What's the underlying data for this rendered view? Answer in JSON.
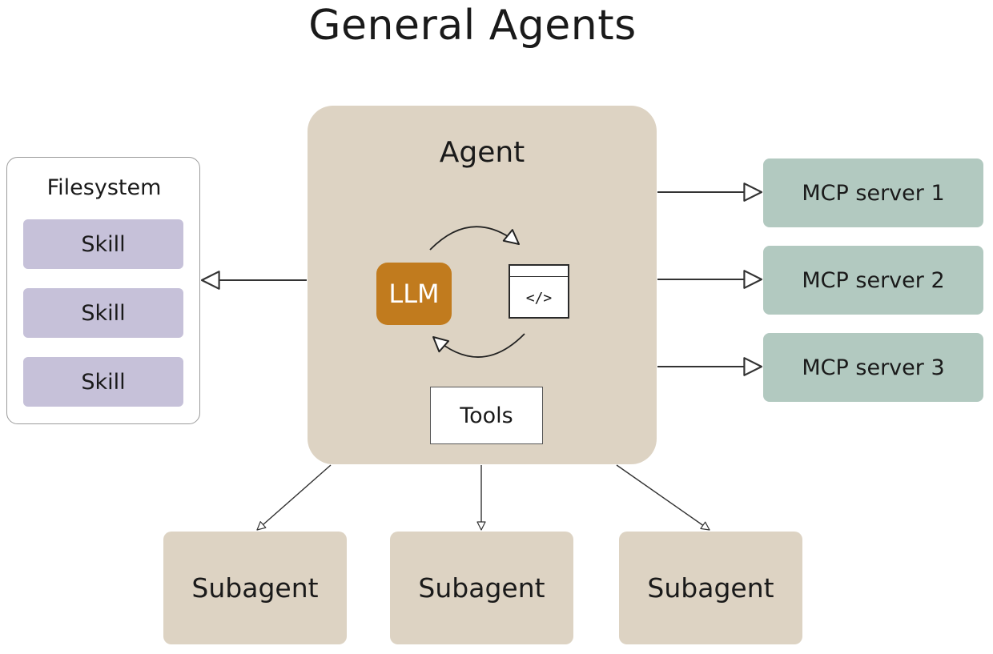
{
  "title": "General Agents",
  "filesystem": {
    "label": "Filesystem",
    "skills": [
      "Skill",
      "Skill",
      "Skill"
    ]
  },
  "agent": {
    "label": "Agent",
    "llm_label": "LLM",
    "code_glyph": "</>",
    "tools_label": "Tools"
  },
  "mcp_servers": [
    "MCP server 1",
    "MCP server 2",
    "MCP server 3"
  ],
  "subagents": [
    "Subagent",
    "Subagent",
    "Subagent"
  ],
  "colors": {
    "agent_fill": "#ddd3c3",
    "llm_fill": "#c17b1e",
    "skill_fill": "#c6c1d9",
    "mcp_fill": "#b2c9c0"
  },
  "icons": {
    "code": "code-window-icon",
    "cycle": "cycle-arrows-icon"
  }
}
